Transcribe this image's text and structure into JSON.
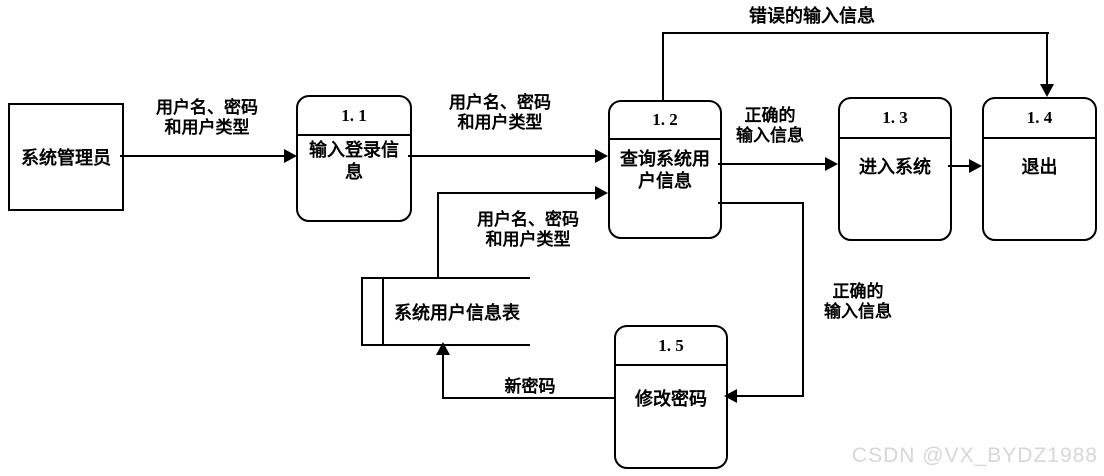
{
  "colors": {
    "line": "#000000",
    "background": "#ffffff",
    "watermark_text": "#d7d7d7"
  },
  "external_entity": {
    "label": "系统管理员"
  },
  "processes": [
    {
      "id": "1. 1",
      "label": "输入登录信息"
    },
    {
      "id": "1. 2",
      "label": "查询系统用户信息"
    },
    {
      "id": "1. 3",
      "label": "进入系统"
    },
    {
      "id": "1. 4",
      "label": "退出"
    },
    {
      "id": "1. 5",
      "label": "修改密码"
    }
  ],
  "data_store": {
    "label": "系统用户信息表"
  },
  "flow_labels": {
    "admin_to_input": "用户名、密码\n和用户类型",
    "input_to_query": "用户名、密码\n和用户类型",
    "store_to_query": "用户名、密码\n和用户类型",
    "wrong_input": "错误的输入信息",
    "correct_input_enter": "正确的\n输入信息",
    "correct_input_modify": "正确的\n输入信息",
    "new_password": "新密码"
  },
  "watermark": "CSDN @VX_BYDZ1988"
}
